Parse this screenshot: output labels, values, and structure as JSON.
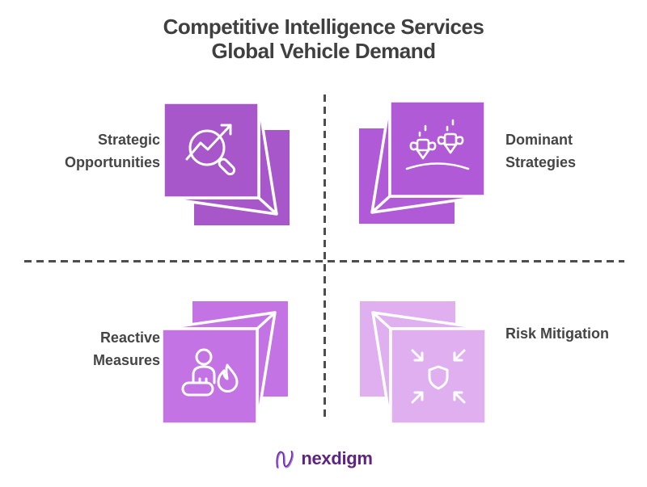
{
  "title": {
    "line1": "Competitive Intelligence Services",
    "line2": "Global Vehicle Demand"
  },
  "quadrants": {
    "top_left": {
      "label_line1": "Strategic",
      "label_line2": "Opportunities",
      "icon": "magnifier-trend-chart-icon",
      "color": "#a757c9"
    },
    "top_right": {
      "label_line1": "Dominant",
      "label_line2": "Strategies",
      "icon": "falling-bombs-icon",
      "color": "#b15ad8"
    },
    "bottom_left": {
      "label_line1": "Reactive",
      "label_line2": "Measures",
      "icon": "person-extinguish-fire-icon",
      "color": "#c473e4"
    },
    "bottom_right": {
      "label_line1": "Risk Mitigation",
      "label_line2": "",
      "icon": "shield-compress-arrows-icon",
      "color": "#dfaff0"
    }
  },
  "dividers": {
    "color": "#4d4d4d",
    "style": "dashed"
  },
  "logo": {
    "text": "nexdigm",
    "mark": "n-wave-logo-mark",
    "text_color": "#5e2482",
    "mark_color_light": "#a473e0",
    "mark_color_dark": "#6d28a8"
  },
  "palette": {
    "background": "#ffffff",
    "title_text": "#3f3f3f",
    "label_text": "#454545",
    "icon_stroke": "#ffffff"
  }
}
